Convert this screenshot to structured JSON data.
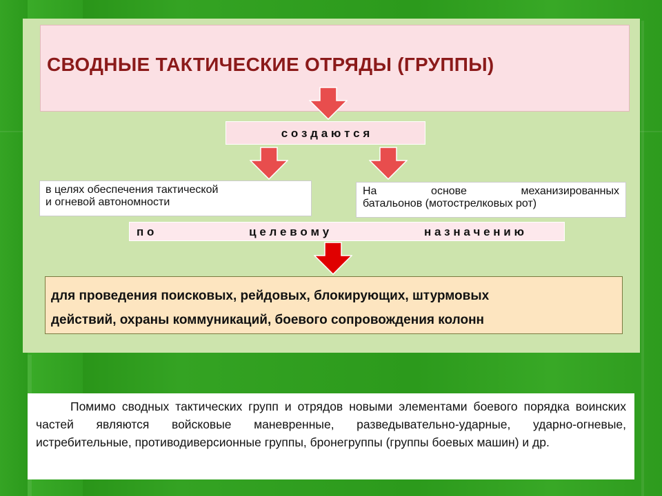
{
  "slide": {
    "title": "СВОДНЫЕ ТАКТИЧЕСКИЕ ОТРЯДЫ (ГРУППЫ)",
    "created_label": "с о з д а ю т с я",
    "left_box": {
      "line1": "в целях обеспечения тактической",
      "line2": "и огневой автономности"
    },
    "right_box": {
      "line1_words": [
        "На",
        "основе",
        "механизированных"
      ],
      "line2": "батальонов (мотострелковых рот)"
    },
    "purpose_label_words": [
      "п о",
      "ц е л е в о м у",
      "н а з н а ч е н и ю"
    ],
    "purpose_box": {
      "line1": "для проведения поисковых, рейдовых, блокирующих, штурмовых",
      "line2": "действий, охраны коммуникаций, боевого сопровождения колонн"
    },
    "note": "Помимо сводных тактических групп и отрядов новыми элементами боевого порядка воинских частей являются войсковые маневренные, разведывательно-ударные, ударно-огневые, истребительные, противодиверсионные группы, бронегруппы (группы боевых машин) и др."
  },
  "colors": {
    "background": "#2f9a1e",
    "panel": "#cde4ad",
    "title_box": "#fbe0e4",
    "title_text": "#8b1a1a",
    "arrow": "#e84d4d",
    "arrow_strong": "#e00000",
    "purpose_box": "#fde5c0"
  }
}
